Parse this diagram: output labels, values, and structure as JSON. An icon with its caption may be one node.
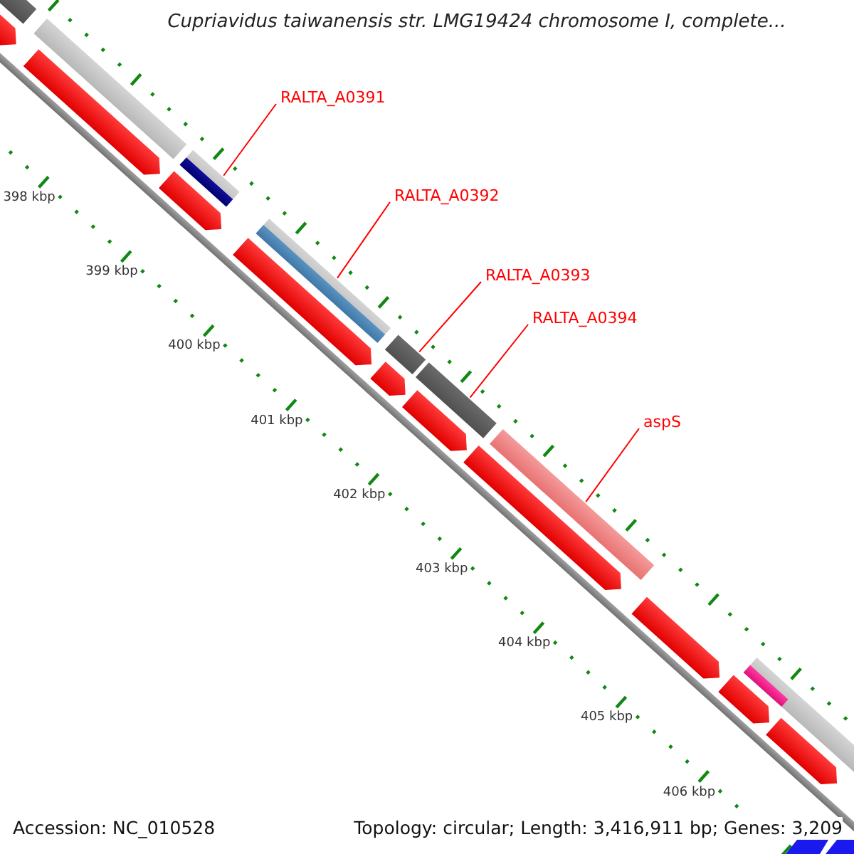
{
  "diagram": {
    "title": "Cupriavidus taiwanensis str. LMG19424 chromosome I, complete...",
    "nodes": [
      {
        "text": [
          "RALTA_A0391"
        ]
      },
      {
        "text": [
          "RALTA_A0392"
        ]
      },
      {
        "text": [
          "RALTA_A0393"
        ]
      },
      {
        "text": [
          "RALTA_A0394"
        ]
      },
      {
        "text": [
          "aspS"
        ]
      },
      {
        "text": [],
        "shape": "bar"
      },
      {
        "text": [],
        "shape": "bar"
      },
      {
        "text": [],
        "shape": "bar"
      },
      {
        "text": [],
        "shape": "bar"
      },
      {
        "text": [],
        "shape": "bar"
      }
    ],
    "edges": [
      {
        "from": 0,
        "to": 5,
        "arrow": "none",
        "color": "#ff0000"
      },
      {
        "from": 1,
        "to": 6,
        "arrow": "none",
        "color": "#ff0000"
      },
      {
        "from": 2,
        "to": 7,
        "arrow": "none",
        "color": "#ff0000"
      },
      {
        "from": 3,
        "to": 8,
        "arrow": "none",
        "color": "#ff0000"
      },
      {
        "from": 4,
        "to": 9,
        "arrow": "none",
        "color": "#ff0000"
      }
    ],
    "labels": [
      "398 kbp",
      "399 kbp",
      "400 kbp",
      "401 kbp",
      "402 kbp",
      "403 kbp",
      "404 kbp",
      "405 kbp",
      "406 kbp",
      "Accession: NC_010528",
      "Topology: circular; Length: 3,416,911 bp; Genes: 3,209"
    ]
  }
}
